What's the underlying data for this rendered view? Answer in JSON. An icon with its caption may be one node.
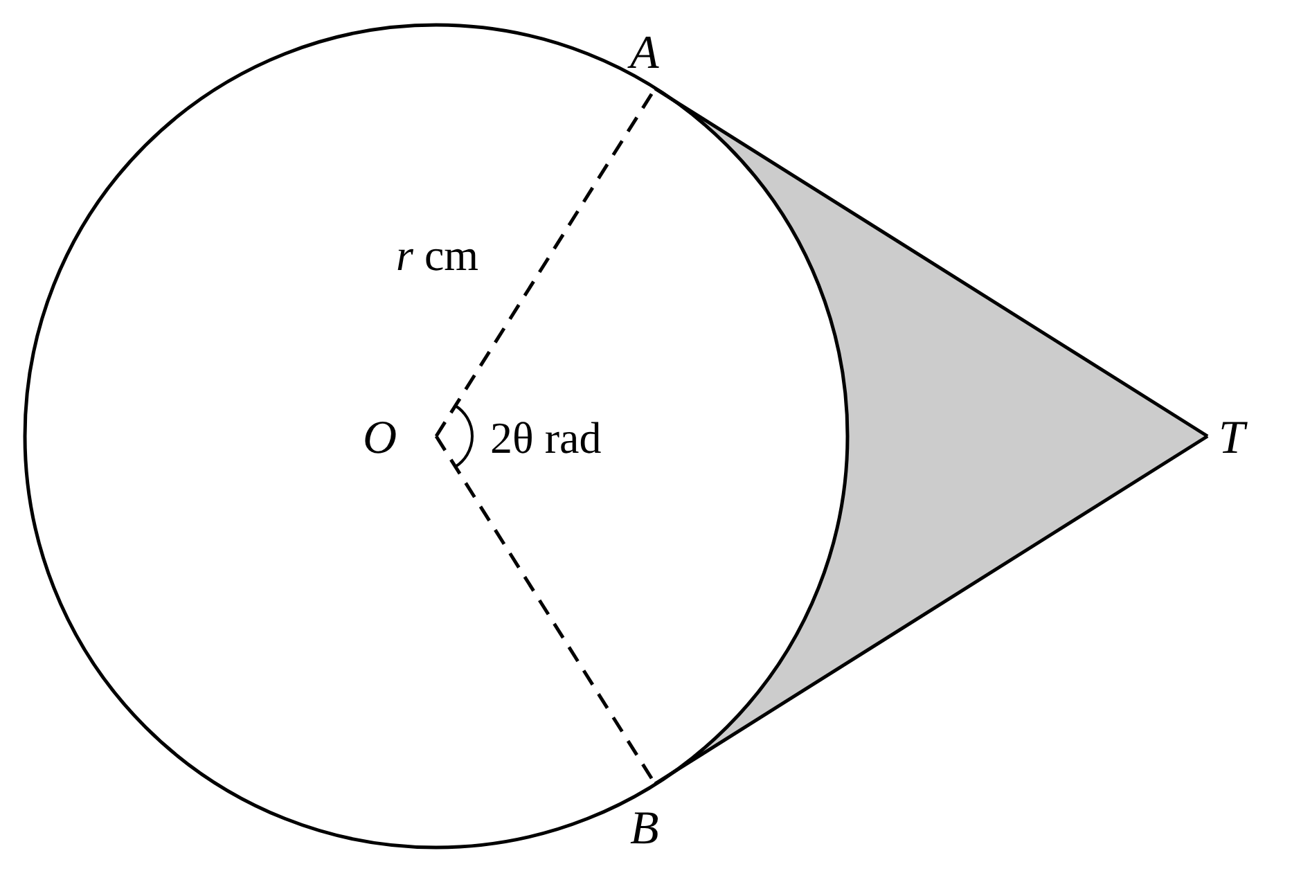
{
  "diagram": {
    "nodes": [
      {
        "text": [
          "O"
        ]
      },
      {
        "text": [
          "A"
        ]
      },
      {
        "text": [
          "B"
        ]
      },
      {
        "text": [
          "T"
        ]
      }
    ],
    "edges": [
      {
        "from": 0,
        "to": 1,
        "arrow": "none",
        "style": "dashed",
        "label": "*r* cm"
      },
      {
        "from": 0,
        "to": 2,
        "arrow": "none",
        "style": "dashed"
      },
      {
        "from": 1,
        "to": 3,
        "arrow": "none"
      },
      {
        "from": 2,
        "to": 3,
        "arrow": "none"
      }
    ],
    "labels": [
      "2θ rad"
    ]
  }
}
